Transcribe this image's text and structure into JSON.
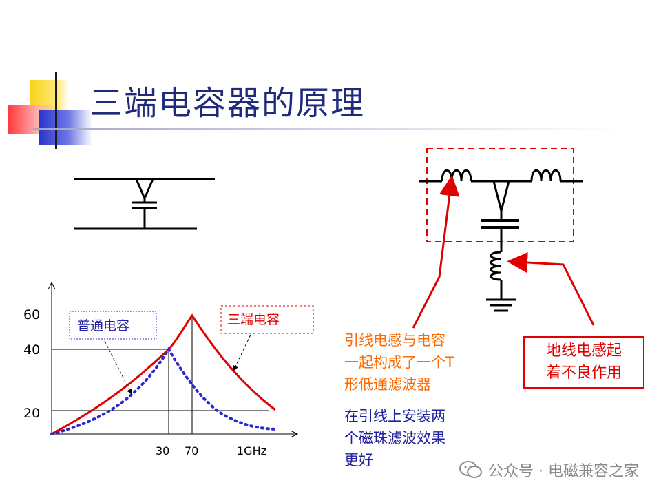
{
  "title": "三端电容器的原理",
  "chart_data": {
    "type": "line",
    "y_ticks": [
      "60",
      "40",
      "20"
    ],
    "x_ticks": [
      "30",
      "70",
      "1GHz"
    ],
    "series": [
      {
        "name": "普通电容",
        "color": "#2a2ad0",
        "style": "dotted"
      },
      {
        "name": "三端电容",
        "color": "#e00000",
        "style": "solid"
      }
    ]
  },
  "annotations": {
    "lead_inductance": [
      "引线电感与电容",
      "一起构成了一个T",
      "形低通滤波器"
    ],
    "ferrite_tip": [
      "在引线上安装两",
      "个磁珠滤波效果",
      "更好"
    ],
    "ground_inductance": [
      "地线电感起",
      "着不良作用"
    ]
  },
  "watermark": "公众号 · 电磁兼容之家",
  "colors": {
    "title": "#1f2a7a",
    "red": "#e00000",
    "blue": "#2a2ad0",
    "orange": "#ff6a00"
  }
}
